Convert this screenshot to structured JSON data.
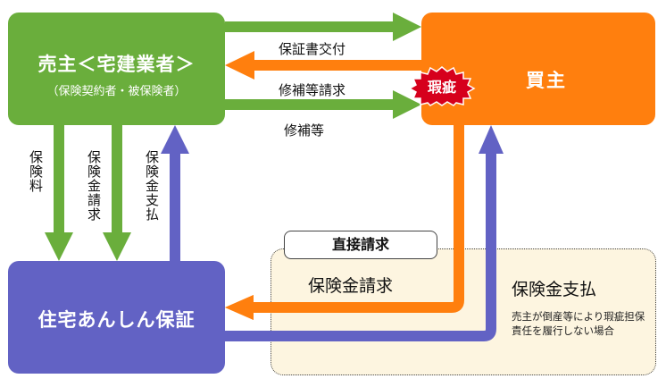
{
  "seller": {
    "title": "売主＜宅建業者＞",
    "subtitle": "（保険契約者・被保険者）"
  },
  "buyer": {
    "title": "買主"
  },
  "insurer": {
    "title": "住宅あんしん保証"
  },
  "defect_badge": "瑕疵",
  "flows": {
    "warranty_issue": "保証書交付",
    "repair_request": "修補等請求",
    "repair": "修補等",
    "premium": "保険料",
    "claim": "保険金請求",
    "payment": "保険金支払",
    "direct_claim_heading": "直接請求",
    "direct_claim": "保険金請求",
    "direct_payment": "保険金支払",
    "direct_payment_note": "売主が倒産等により瑕疵担保責任を履行しない場合"
  },
  "colors": {
    "seller": "#6aae3c",
    "buyer": "#ff7f0e",
    "insurer": "#6262c4",
    "defect": "#d6001c",
    "panel": "#fdf5e0"
  }
}
